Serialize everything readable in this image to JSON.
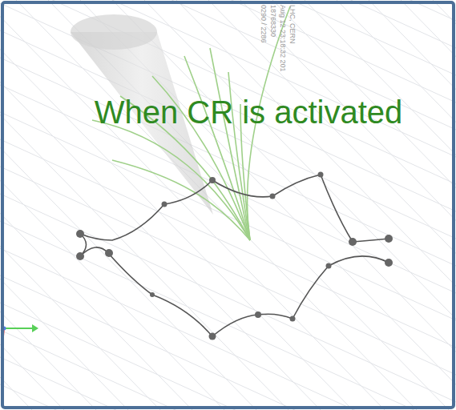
{
  "diagram": {
    "title": "When CR is activated",
    "labels": [
      "LHC, CERN",
      "Aug 12 23:18:32 201",
      "18768330",
      "0290 / 2286"
    ]
  }
}
